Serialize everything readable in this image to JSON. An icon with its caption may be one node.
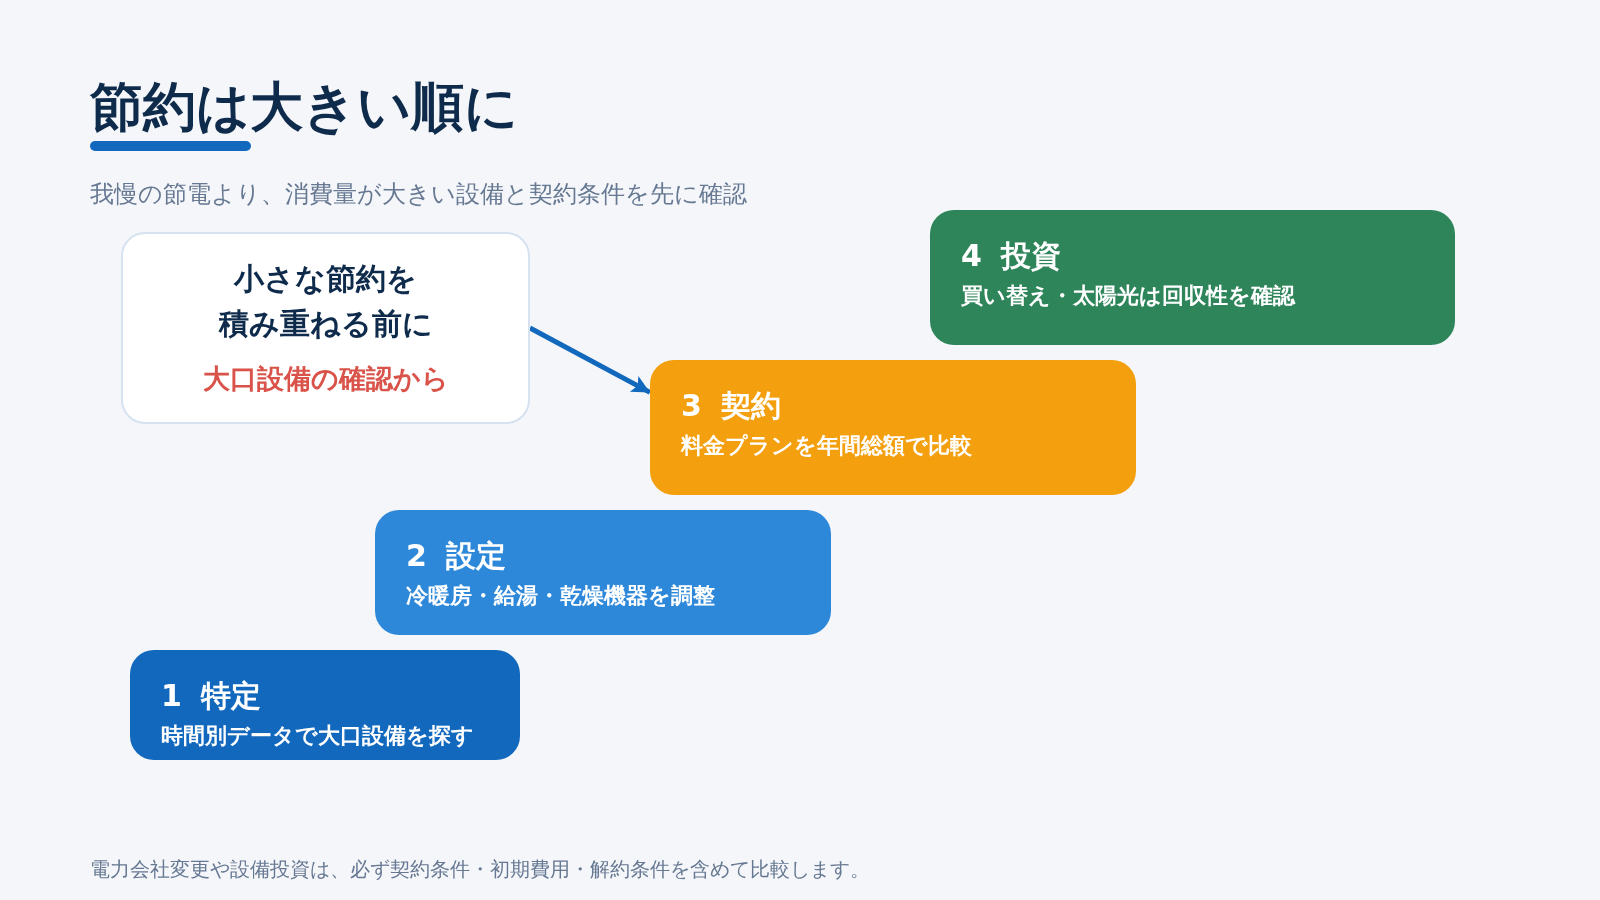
{
  "diagram": {
    "title": "節約は大きい順に",
    "nodes": [
      {
        "text": [
          "小さな節約を積み重ねる前に",
          "大口設備の確認から"
        ]
      },
      {
        "text": [
          "1 特定",
          "時間別データで大口設備を探す"
        ]
      },
      {
        "text": [
          "2 設定",
          "冷暖房・給湯・乾燥機器を調整"
        ]
      },
      {
        "text": [
          "3 契約",
          "料金プランを年間総額で比較"
        ]
      },
      {
        "text": [
          "4 投資",
          "買い替え・太陽光は回収性を確認"
        ]
      }
    ],
    "edges": [
      {
        "from": 0,
        "to": 3,
        "arrow": "to"
      }
    ],
    "labels": [
      "我慢の節電より、消費量が大きい設備と契約条件を先に確認",
      "電力会社変更や設備投資は、必ず契約条件・初期費用・解約条件を含めて比較します。"
    ]
  }
}
